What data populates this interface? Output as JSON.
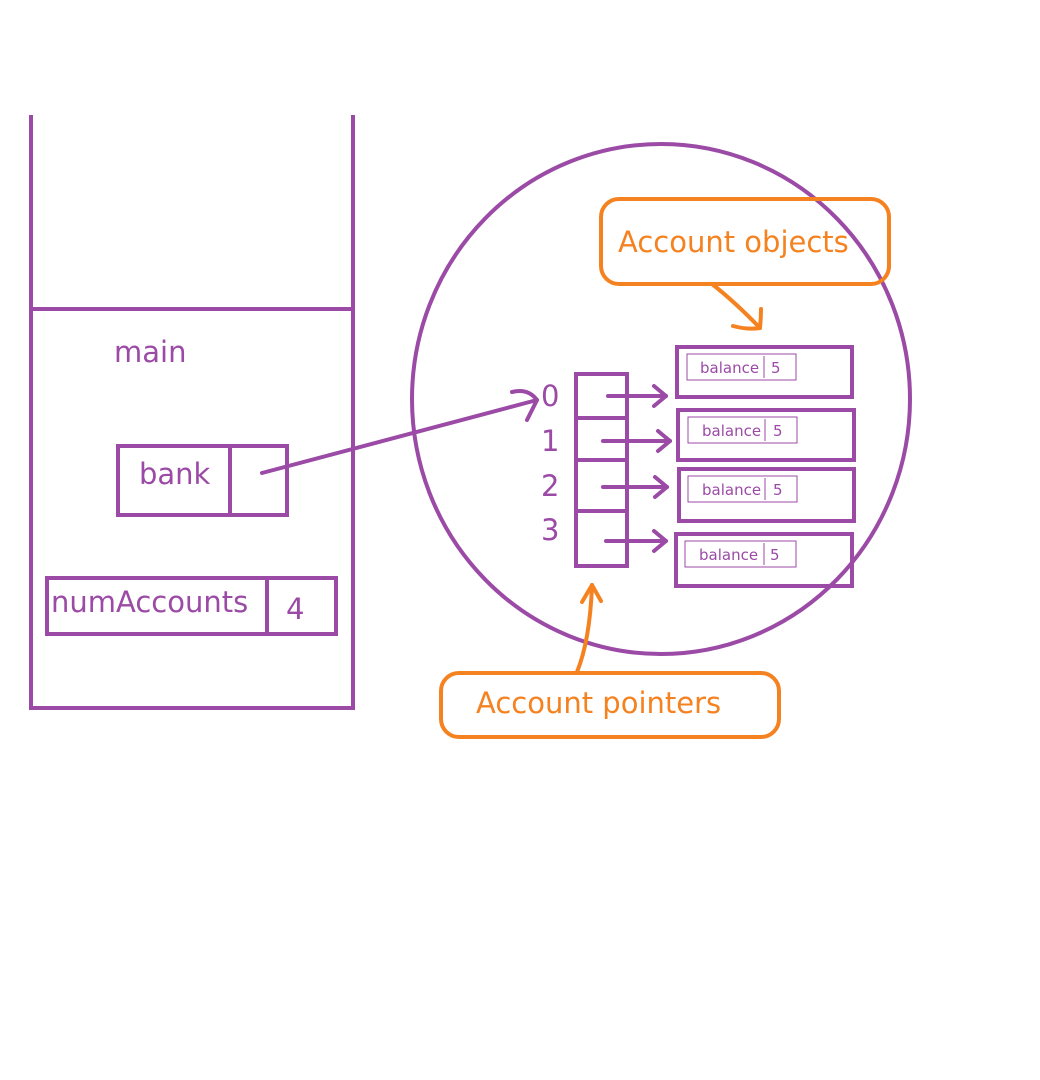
{
  "colors": {
    "purple": "#9b4aa6",
    "orange": "#f58220",
    "background": "#ffffff"
  },
  "stack": {
    "frame_label": "main",
    "bank": {
      "label": "bank"
    },
    "num_accounts": {
      "label": "numAccounts",
      "value": "4"
    }
  },
  "heap": {
    "pointer_indices": [
      "0",
      "1",
      "2",
      "3"
    ],
    "objects": [
      {
        "field": "balance",
        "value": "5"
      },
      {
        "field": "balance",
        "value": "5"
      },
      {
        "field": "balance",
        "value": "5"
      },
      {
        "field": "balance",
        "value": "5"
      }
    ]
  },
  "callouts": {
    "objects": "Account objects",
    "pointers": "Account pointers"
  }
}
